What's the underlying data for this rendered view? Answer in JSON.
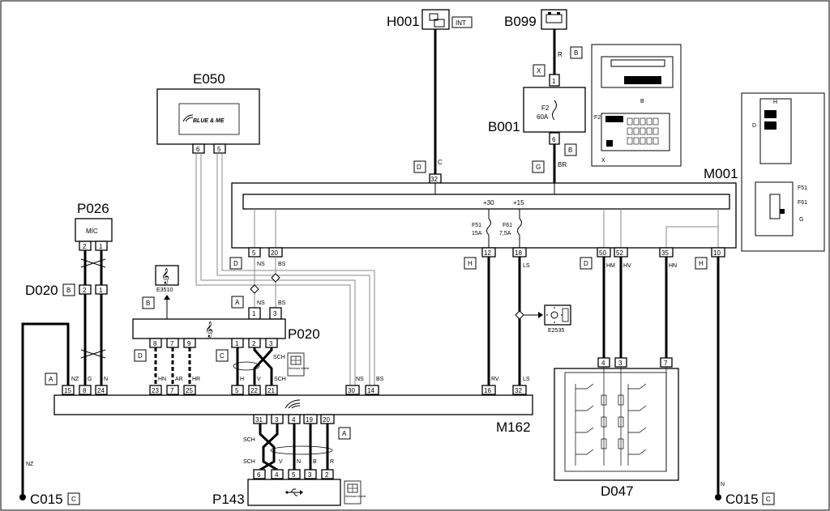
{
  "components": {
    "H001": {
      "label": "H001",
      "tag": "INT"
    },
    "B099": {
      "label": "B099"
    },
    "B001": {
      "label": "B001",
      "fuse": "F2",
      "rating": "60A"
    },
    "E050": {
      "label": "E050",
      "logo": "BLUE & ME"
    },
    "M001": {
      "label": "M001"
    },
    "P026": {
      "label": "P026",
      "text": "MIC"
    },
    "D020": {
      "label": "D020"
    },
    "E3510": {
      "label": "E3510"
    },
    "P020": {
      "label": "P020"
    },
    "E2535": {
      "label": "E2535"
    },
    "M162": {
      "label": "M162"
    },
    "P143": {
      "label": "P143"
    },
    "D047": {
      "label": "D047"
    },
    "C015_left": {
      "label": "C015"
    },
    "C015_right": {
      "label": "C015"
    }
  },
  "m001_inner": {
    "plus30": "+30",
    "plus15": "+15",
    "f51": "F51",
    "f51_rating": "15A",
    "f61": "F61",
    "f61_rating": "7,5A"
  },
  "connector_tags": {
    "b099_b": "B",
    "b001_x": "X",
    "b001_b": "B",
    "m001_d": "D",
    "m001_g": "G",
    "m001_h_left": "H",
    "m001_h_right": "H",
    "m001_d_right": "D",
    "p020_d": "D",
    "p020_a": "A",
    "d020_b": "B",
    "e3510_b": "B",
    "p020_d2": "D",
    "p020_c": "C",
    "m162_a": "A",
    "m162_a2": "A",
    "c015_c_left": "C",
    "c015_c_right": "C"
  },
  "wire_colors": {
    "b099_r": "R",
    "b001_br": "BR",
    "h001_c": "C",
    "p020_ns": "NS",
    "p020_bs": "BS",
    "ns2": "NS",
    "bs2": "BS",
    "m001_ls": "LS",
    "m001_hm": "HM",
    "m001_hv": "HV",
    "m001_hn": "HN",
    "m162_nz": "NZ",
    "m162_g": "G",
    "m162_n": "N",
    "hn": "HN",
    "ar": "AR",
    "hr": "HR",
    "h": "H",
    "v": "V",
    "sch": "SCH",
    "sch2": "SCH",
    "m162_ns": "NS",
    "m162_bs": "BS",
    "m162_rv": "RV",
    "m162_ls": "LS",
    "nz_ground": "NZ",
    "n_ground": "N",
    "p143_sch": "SCH",
    "p143_sch2": "SCH",
    "p143_v": "V",
    "p143_n": "N",
    "p143_b": "B",
    "p143_r": "R",
    "p026_g": "G",
    "p026_n": "N"
  },
  "pins": {
    "b001_top": "1",
    "b001_bottom": "6",
    "m001_32": "32",
    "e050_6": "6",
    "e050_5": "5",
    "m001_5": "5",
    "m001_20": "20",
    "m001_12": "12",
    "m001_18": "18",
    "m001_50": "50",
    "m001_52": "52",
    "m001_35": "35",
    "m001_10": "10",
    "p026_2": "2",
    "p026_1": "1",
    "d020_2": "2",
    "d020_1": "1",
    "p020_1": "1",
    "p020_3": "3",
    "p020_8": "8",
    "p020_7": "7",
    "p020_9": "9",
    "p020_1b": "1",
    "p020_2b": "2",
    "p020_3b": "3",
    "m162_15": "15",
    "m162_8": "8",
    "m162_24": "24",
    "m162_23": "23",
    "m162_7": "7",
    "m162_25": "25",
    "m162_5": "5",
    "m162_22": "22",
    "m162_21": "21",
    "m162_30": "30",
    "m162_14": "14",
    "m162_16": "16",
    "m162_32": "32",
    "m162_31": "31",
    "m162_3": "3",
    "m162_4": "4",
    "m162_19": "19",
    "m162_20": "20",
    "p143_6": "6",
    "p143_4": "4",
    "p143_5": "5",
    "p143_3": "3",
    "p143_2": "2",
    "d047_4": "4",
    "d047_3": "3",
    "d047_7": "7"
  },
  "inset1": {
    "b": "B",
    "f2": "F2",
    "x": "X"
  },
  "inset2": {
    "h": "H",
    "d": "D",
    "f51": "F51",
    "f61": "F61",
    "g": "G"
  },
  "badges": {
    "windows_mobile": "Windows Mobile"
  }
}
